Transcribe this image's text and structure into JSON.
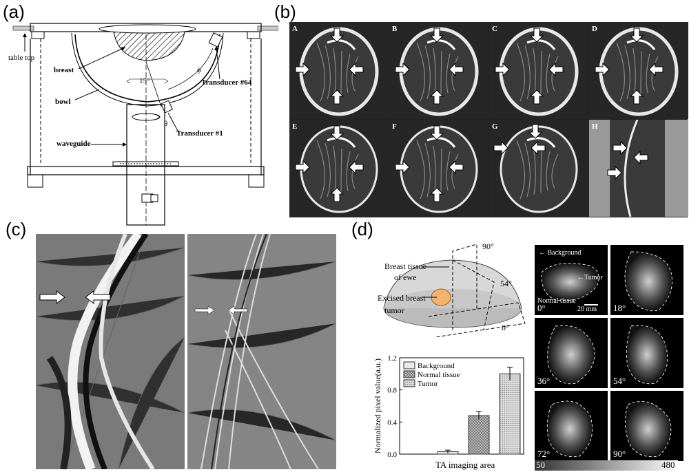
{
  "panels": {
    "a": "(a)",
    "b": "(b)",
    "c": "(c)",
    "d": "(d)"
  },
  "panel_a": {
    "table_top": "table top",
    "breast": "breast",
    "bowl": "bowl",
    "waveguide": "waveguide",
    "transducer_64": "Transducer #64",
    "transducer_1": "Transducer #1",
    "angle_15": "15°",
    "theta": "θ",
    "phi": "ϕ"
  },
  "panel_b": {
    "tiles": [
      "A",
      "B",
      "C",
      "D",
      "E",
      "F",
      "G",
      "H"
    ]
  },
  "panel_d": {
    "angle_90": "90°",
    "angle_54": "54°",
    "angle_0": "0°",
    "breast_tissue_line1": "Breast tissue",
    "breast_tissue_line2": "of ewe",
    "excised_line1": "Excised breast",
    "excised_line2": "tumor",
    "background_label": "← Background",
    "tumor_label": "←Tumor",
    "normal_tissue_label": "Normal tissue",
    "scale_bar": "20 mm",
    "tile_angles": [
      "0°",
      "18°",
      "36°",
      "54°",
      "72°",
      "90°"
    ],
    "colorbar_min": "50",
    "colorbar_max": "480"
  },
  "chart_data": {
    "type": "bar",
    "categories": [
      "Background",
      "Normal tissue",
      "Tumor"
    ],
    "values": [
      0.03,
      0.48,
      1.0
    ],
    "errors": [
      0.02,
      0.05,
      0.08
    ],
    "xlabel": "TA imaging area",
    "ylabel": "Normalized pixel value(a.u.)",
    "ylim": [
      0,
      1.2
    ],
    "yticks": [
      "0.0",
      "0.4",
      "0.8",
      "1.2"
    ],
    "legend": [
      "Background",
      "Normal tissue",
      "Tumor"
    ],
    "legend_position": "top-left",
    "bar_colors": [
      "#e6e6e6",
      "#a8a8a8",
      "#d4d4d4"
    ]
  }
}
